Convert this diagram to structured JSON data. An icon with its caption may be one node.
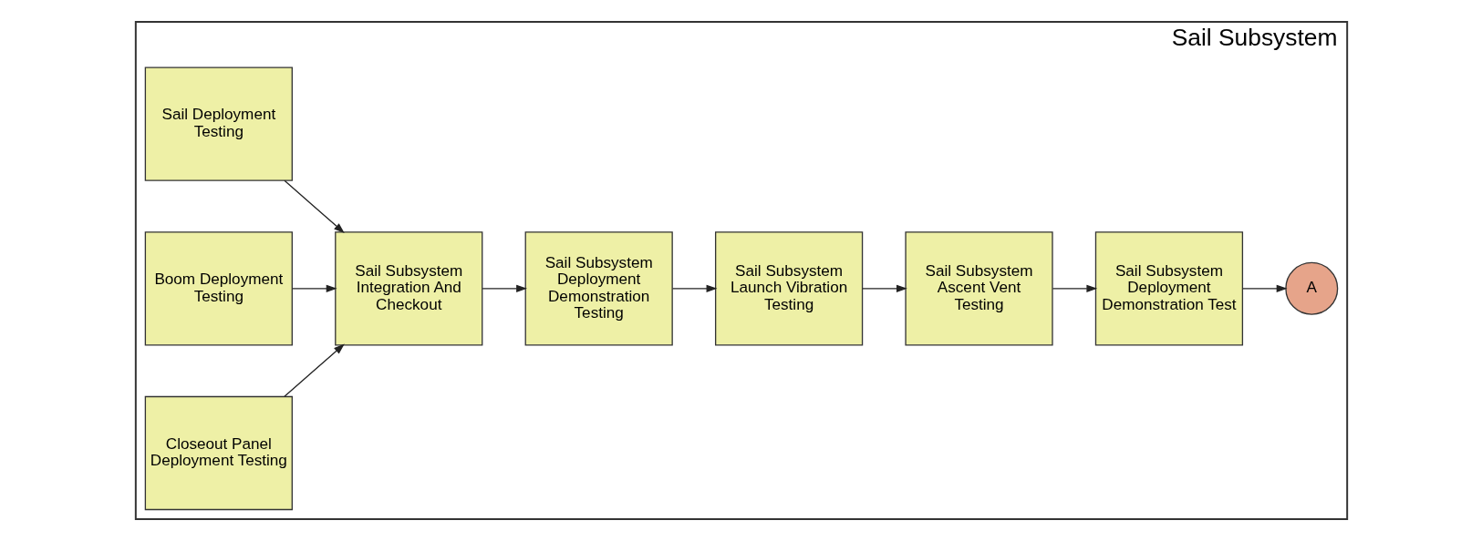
{
  "diagram": {
    "nodes": [
      {
        "text": [
          "Sail Subsystem"
        ]
      },
      {
        "text": [
          "Sail Deployment Testing"
        ],
        "in": 0
      },
      {
        "text": [
          "Boom Deployment Testing"
        ],
        "in": 0
      },
      {
        "text": [
          "Sail Subsystem Integration And Checkout"
        ],
        "in": 0
      },
      {
        "text": [
          "Sail Subsystem Deployment Demonstration Testing"
        ],
        "in": 0
      },
      {
        "text": [
          "Sail Subsystem Launch Vibration Testing"
        ],
        "in": 0
      },
      {
        "text": [
          "Sail Subsystem Ascent Vent Testing"
        ],
        "in": 0
      },
      {
        "text": [
          "Sail Subsystem Deployment Demonstration Test"
        ],
        "in": 0
      },
      {
        "text": [
          "Closeout Panel Deployment Testing"
        ],
        "in": 0
      },
      {
        "text": [
          "A"
        ],
        "in": 0
      }
    ],
    "edges": [
      {
        "from": 1,
        "to": 3,
        "arrow": "to"
      },
      {
        "from": 2,
        "to": 3,
        "arrow": "to"
      },
      {
        "from": 8,
        "to": 3,
        "arrow": "to"
      },
      {
        "from": 3,
        "to": 4,
        "arrow": "to"
      },
      {
        "from": 4,
        "to": 5,
        "arrow": "to"
      },
      {
        "from": 5,
        "to": 6,
        "arrow": "to"
      },
      {
        "from": 6,
        "to": 7,
        "arrow": "to"
      },
      {
        "from": 7,
        "to": 9,
        "arrow": "to"
      }
    ]
  }
}
